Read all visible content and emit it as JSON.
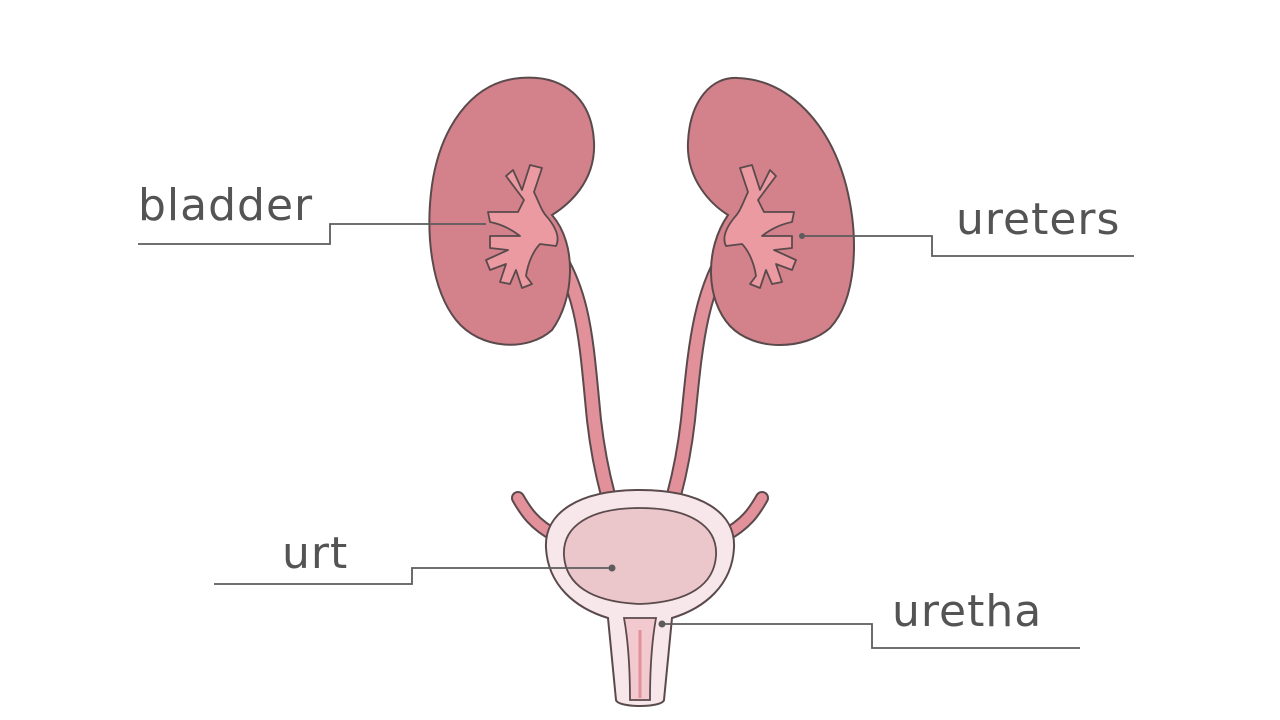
{
  "labels": {
    "top_left": "bladder",
    "top_right": "ureters",
    "bottom_left": "urt",
    "bottom_right": "uretha"
  },
  "colors": {
    "kidney": "#d3818a",
    "pelvis": "#ec9aa2",
    "ureter": "#e2909a",
    "bladder_wall": "#f7e7ea",
    "bladder_inner": "#ebc6ca",
    "outline": "#5a4a4c",
    "leader": "#5c5c5c",
    "text": "#545454"
  }
}
